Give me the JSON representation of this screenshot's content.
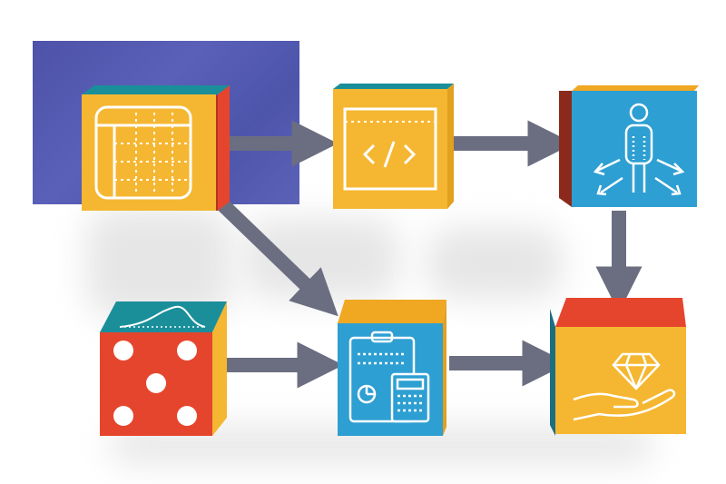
{
  "colors": {
    "yellow": "#f5b731",
    "yellow_side": "#e2a01f",
    "teal_top": "#1a8f9a",
    "red": "#e6452d",
    "red_dark": "#b8321f",
    "blue": "#2e9fd2",
    "blue_side": "#1f86b6",
    "orange_top": "#f0a722",
    "arrow": "#6b6e80",
    "white": "#ffffff",
    "backdrop": "#5257ad"
  },
  "nodes": [
    {
      "id": "data-table",
      "icon": "table-grid-icon"
    },
    {
      "id": "code-editor",
      "icon": "code-window-icon"
    },
    {
      "id": "person-deploy",
      "icon": "person-arrows-icon"
    },
    {
      "id": "random-dice",
      "icon": "dice-distribution-icon"
    },
    {
      "id": "analysis-report",
      "icon": "clipboard-calculator-icon"
    },
    {
      "id": "value-gem",
      "icon": "hand-diamond-icon"
    }
  ],
  "edges": [
    {
      "from": "data-table",
      "to": "code-editor"
    },
    {
      "from": "code-editor",
      "to": "person-deploy"
    },
    {
      "from": "data-table",
      "to": "analysis-report"
    },
    {
      "from": "random-dice",
      "to": "analysis-report"
    },
    {
      "from": "analysis-report",
      "to": "value-gem"
    },
    {
      "from": "person-deploy",
      "to": "value-gem"
    }
  ]
}
